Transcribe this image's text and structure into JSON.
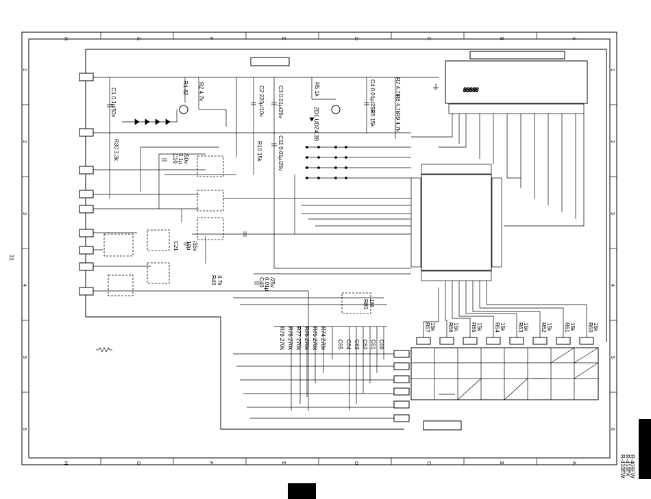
{
  "page_number": "31",
  "model_codes": [
    "R-406EW",
    "R-410EK",
    "R-410EW"
  ],
  "grid_columns": [
    "H",
    "G",
    "F",
    "E",
    "D",
    "C",
    "B",
    "A"
  ],
  "grid_rows": [
    "1",
    "2",
    "3",
    "4",
    "5",
    "6"
  ],
  "top_components": [
    {
      "ref": "R1",
      "value": "82",
      "text": "R1 82"
    },
    {
      "ref": "R2",
      "value": "4.7k",
      "text": "R2 4.7k"
    },
    {
      "ref": "C1",
      "value": "0.1μ/50v",
      "text": "C1 0.1μ/50v"
    },
    {
      "ref": "C2",
      "value": "220μ/10v",
      "text": "C2 220μ/10v"
    },
    {
      "ref": "C3",
      "value": "0.01μ/25v",
      "text": "C3 0.01μ/25v"
    },
    {
      "ref": "R5",
      "value": "1k",
      "text": "R5 1k"
    },
    {
      "ref": "C4",
      "value": "0.01μ/25v",
      "text": "C4 0.01μ/25v"
    },
    {
      "ref": "ZD1",
      "value": "UDZ4.3B",
      "text": "ZD1 UDZ4.3B"
    },
    {
      "ref": "R6",
      "value": "15k",
      "text": "R6 15k"
    },
    {
      "ref": "R7",
      "value": "4.7k",
      "text": "R7 4.7k"
    },
    {
      "ref": "R8",
      "value": "4.7k",
      "text": "R8 4.7k"
    },
    {
      "ref": "R9",
      "value": "4.7k",
      "text": "R9 4.7k"
    },
    {
      "ref": "R30",
      "value": "3.3k",
      "text": "R30 3.3k"
    },
    {
      "ref": "R10",
      "value": "15k",
      "text": "R10 15k"
    },
    {
      "ref": "C11",
      "value": "0.01μ/25v",
      "text": "C11 0.01μ/25v"
    }
  ],
  "c10": [
    "C10",
    "0.1μ",
    "/50v"
  ],
  "c21": [
    "C21",
    "10μ",
    "/35v"
  ],
  "r40": [
    "R40",
    "4.7k"
  ],
  "c40": [
    "C40",
    "0.01μ",
    "/25v"
  ],
  "r80": [
    "R80",
    "1M"
  ],
  "bottom_caps": [
    "C65",
    "C64",
    "C63",
    "C62",
    "C61",
    "C60"
  ],
  "bottom_res": [
    "R79 270k",
    "R78 270k",
    "R77 270k",
    "R76 270k",
    "R75 270k",
    "R74 270k"
  ],
  "key_resistors": [
    {
      "ref": "R67",
      "value": "15k"
    },
    {
      "ref": "R66",
      "value": "15k"
    },
    {
      "ref": "R65",
      "value": "15k"
    },
    {
      "ref": "R64",
      "value": "15k"
    },
    {
      "ref": "R63",
      "value": "15k"
    },
    {
      "ref": "R62",
      "value": "15k"
    },
    {
      "ref": "R61",
      "value": "15k"
    },
    {
      "ref": "R60",
      "value": "15k"
    }
  ],
  "display_digits": "88888"
}
